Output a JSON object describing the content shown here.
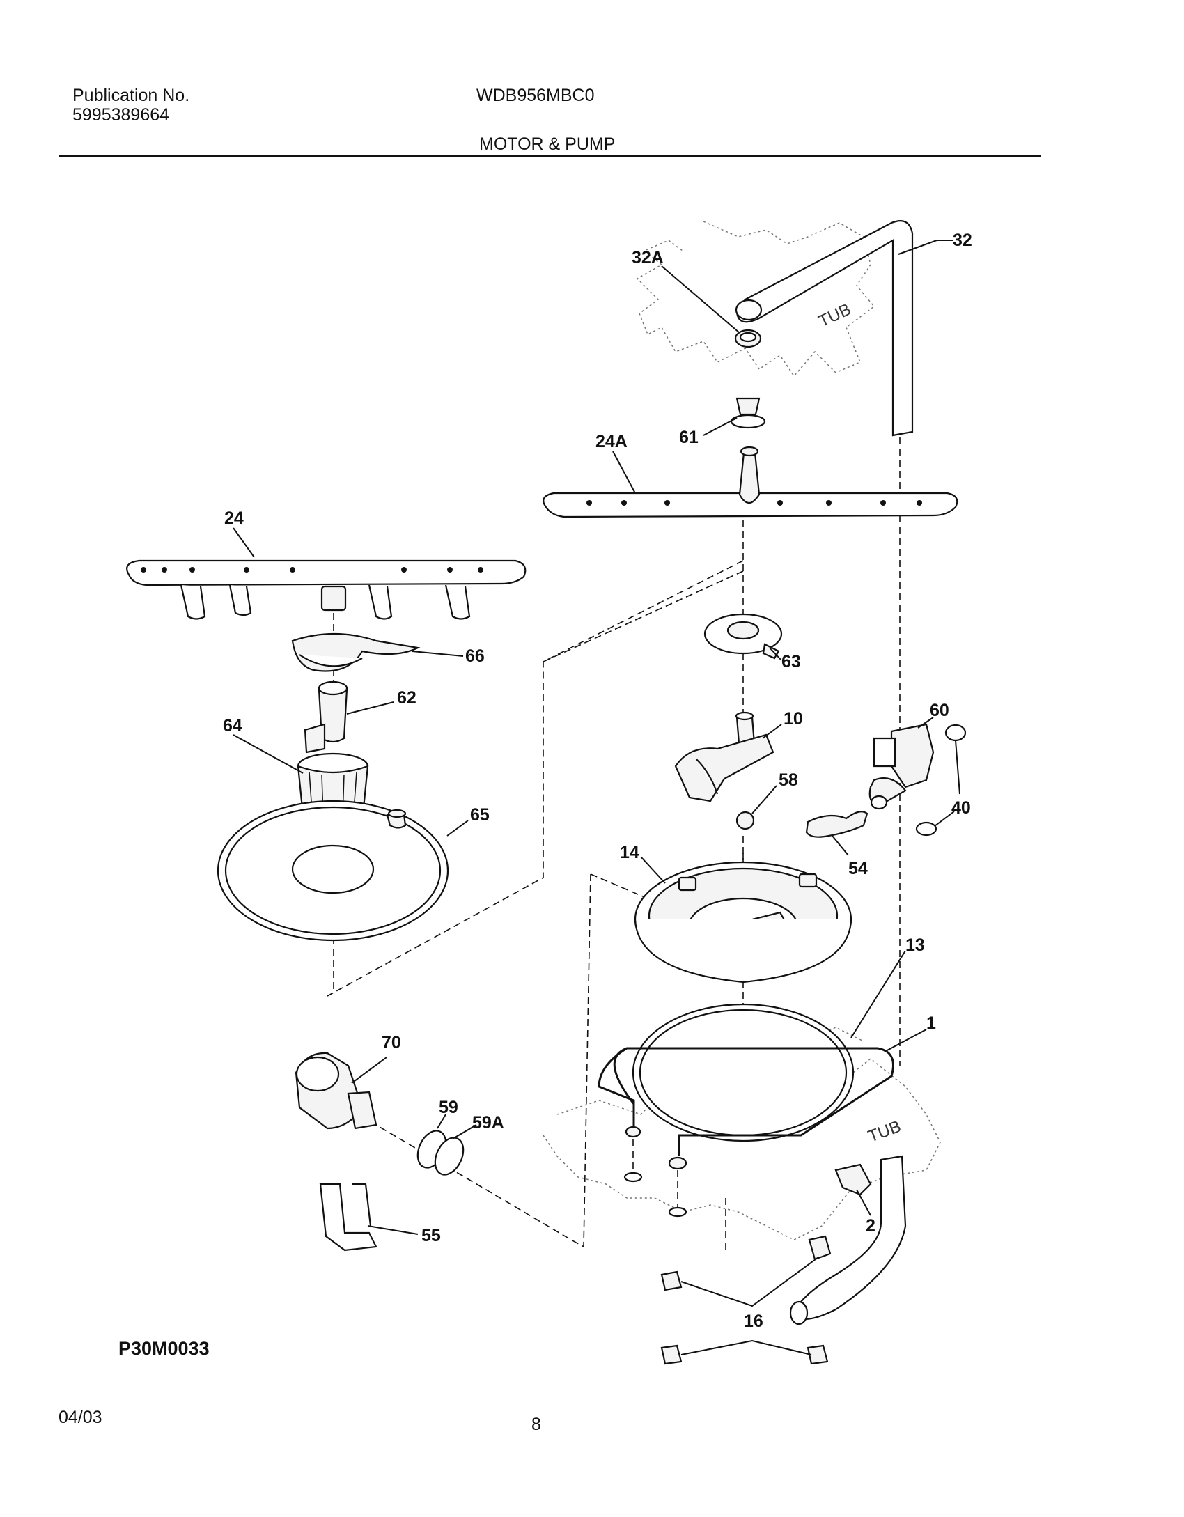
{
  "header": {
    "publication_label": "Publication No.",
    "publication_number": "5995389664",
    "model": "WDB956MBC0",
    "section_title": "MOTOR & PUMP"
  },
  "diagram": {
    "code": "P30M0033",
    "tub_label": "TUB",
    "callouts": [
      "32A",
      "32",
      "61",
      "24A",
      "24",
      "66",
      "62",
      "63",
      "64",
      "10",
      "60",
      "58",
      "40",
      "65",
      "54",
      "14",
      "13",
      "1",
      "70",
      "59",
      "59A",
      "2",
      "55",
      "16"
    ]
  },
  "footer": {
    "date": "04/03",
    "page": "8"
  }
}
